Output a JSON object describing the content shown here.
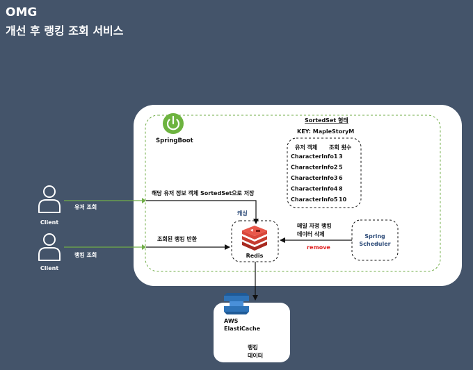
{
  "header": {
    "title": "OMG",
    "subtitle": "개선 후 랭킹 조회 서비스"
  },
  "springboot": {
    "label": "SpringBoot",
    "logo_color": "#6db33f"
  },
  "sortedset": {
    "title": "SortedSet 형태",
    "key_label": "KEY: MapleStoryM",
    "column_user": "유저 객체",
    "column_count": "조회 횟수",
    "rows": [
      {
        "obj": "CharacterInfo1",
        "count": "3"
      },
      {
        "obj": "CharacterInfo2",
        "count": "5"
      },
      {
        "obj": "CharacterInfo3",
        "count": "6"
      },
      {
        "obj": "CharacterInfo4",
        "count": "8"
      },
      {
        "obj": "CharacterInfo5",
        "count": "10"
      }
    ]
  },
  "clients": [
    {
      "label": "Client",
      "action": "유저 조회"
    },
    {
      "label": "Client",
      "action": "랭킹 조회"
    }
  ],
  "flows": {
    "save_label": "해당 유저 정보 객체 SortedSet으로 저장",
    "caching_label": "캐싱",
    "return_label": "조회된 랭킹 반환",
    "delete_label_line1": "매일 자정 랭킹",
    "delete_label_line2": "데이터 삭제",
    "remove_label": "remove"
  },
  "redis": {
    "label": "Redis"
  },
  "scheduler": {
    "line1": "Spring",
    "line2": "Scheduler"
  },
  "aws": {
    "line1": "AWS",
    "line2": "ElastiCache",
    "data_line1": "랭킹",
    "data_line2": "데이터"
  },
  "colors": {
    "background": "#44546a",
    "green_arrow": "#70ad47",
    "remove_red": "#e02020",
    "redis_red": "#c63b2f",
    "scheduler_blue": "#2f4d7a",
    "aws_blue": "#2e73b8"
  }
}
